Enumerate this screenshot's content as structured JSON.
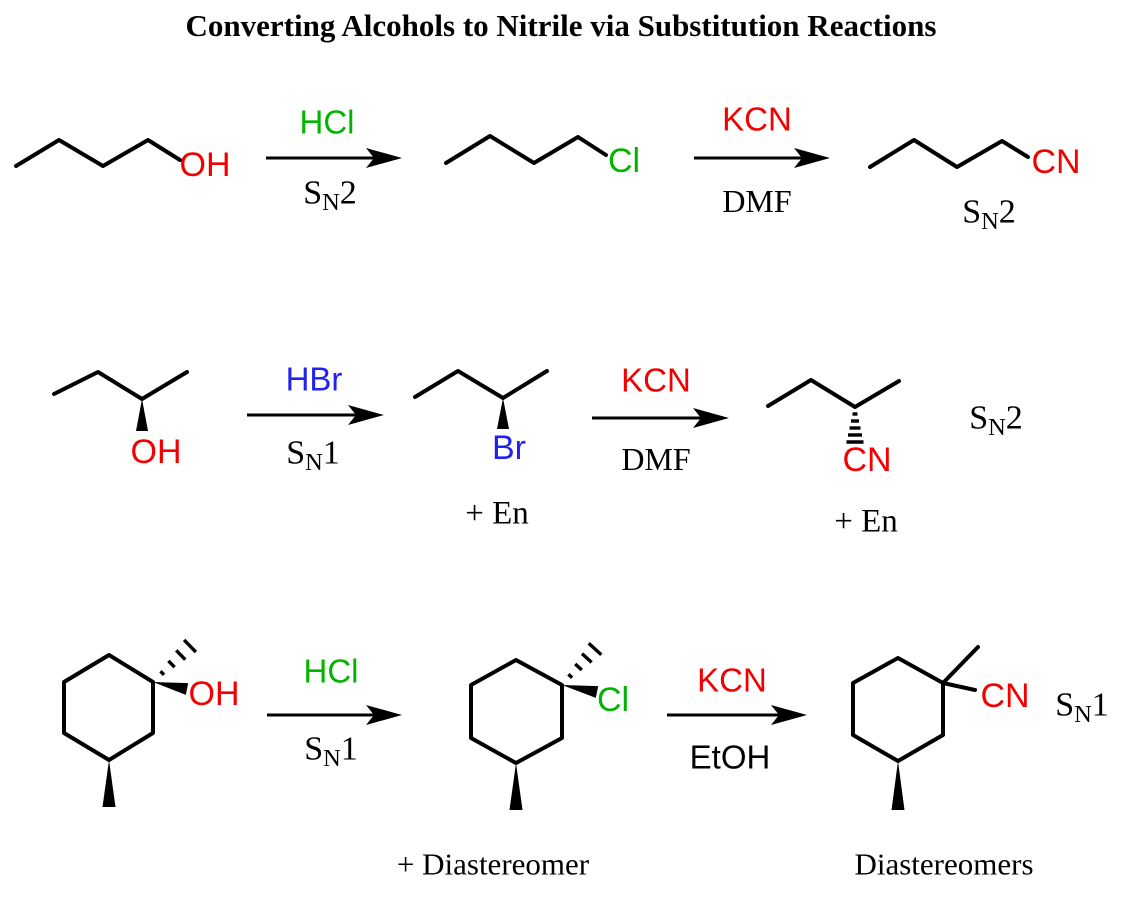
{
  "title": "Converting Alcohols to Nitrile via Substitution Reactions",
  "colors": {
    "red": "#f30000",
    "green": "#00b400",
    "blue": "#2222ee",
    "ink": "#000000"
  },
  "row1": {
    "alcohol_label": "OH",
    "step1": {
      "reagent": "HCl",
      "mech": {
        "s": "S",
        "sub": "N",
        "num": "2"
      }
    },
    "halide_label": "Cl",
    "step2": {
      "reagent": "KCN",
      "solvent": "DMF"
    },
    "nitrile_label": "CN",
    "product_mech": {
      "s": "S",
      "sub": "N",
      "num": "2"
    }
  },
  "row2": {
    "alcohol_label": "OH",
    "step1": {
      "reagent": "HBr",
      "mech": {
        "s": "S",
        "sub": "N",
        "num": "1"
      }
    },
    "halide_label": "Br",
    "halide_note": "+ En",
    "step2": {
      "reagent": "KCN",
      "solvent": "DMF"
    },
    "nitrile_label": "CN",
    "product_note": "+ En",
    "product_mech": {
      "s": "S",
      "sub": "N",
      "num": "2"
    }
  },
  "row3": {
    "alcohol_label": "OH",
    "step1": {
      "reagent": "HCl",
      "mech": {
        "s": "S",
        "sub": "N",
        "num": "1"
      }
    },
    "halide_label": "Cl",
    "halide_note": "+ Diastereomer",
    "step2": {
      "reagent": "KCN",
      "solvent": "EtOH"
    },
    "nitrile_label": "CN",
    "product_mech": {
      "s": "S",
      "sub": "N",
      "num": "1"
    },
    "product_note": "Diastereomers"
  }
}
